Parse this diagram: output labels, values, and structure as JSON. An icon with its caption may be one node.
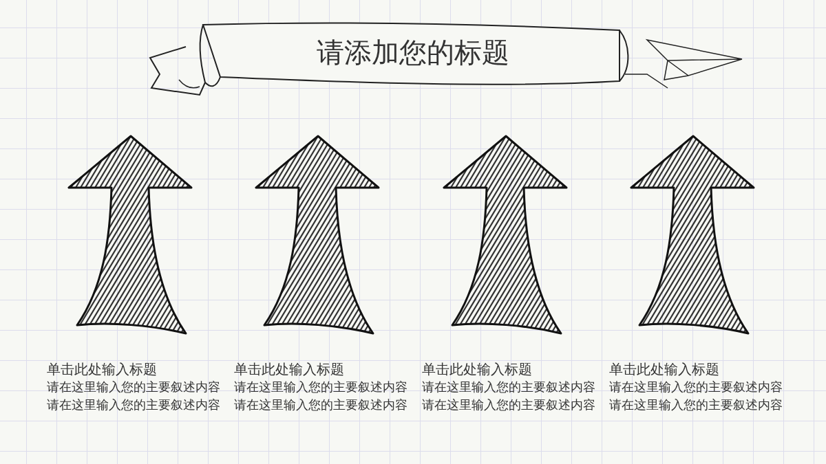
{
  "diagram": {
    "title": "请添加您的标题",
    "nodes": [
      {
        "text": [
          "单击此处输入标题",
          "请在这里输入您的主要叙述内容",
          "请在这里输入您的主要叙述内容"
        ]
      },
      {
        "text": [
          "单击此处输入标题",
          "请在这里输入您的主要叙述内容",
          "请在这里输入您的主要叙述内容"
        ]
      },
      {
        "text": [
          "单击此处输入标题",
          "请在这里输入您的主要叙述内容",
          "请在这里输入您的主要叙述内容"
        ]
      },
      {
        "text": [
          "单击此处输入标题",
          "请在这里输入您的主要叙述内容",
          "请在这里输入您的主要叙述内容"
        ]
      }
    ]
  }
}
